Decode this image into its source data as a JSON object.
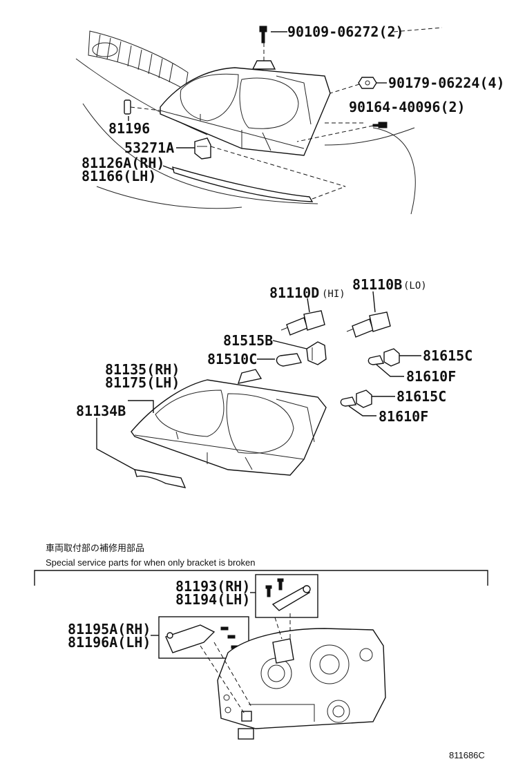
{
  "labels": {
    "bolt_top": "90109-06272(2)",
    "nut": "90179-06224(4)",
    "screw": "90164-40096(2)",
    "clip": "81196",
    "retainer": "53271A",
    "moulding_rh": "81126A(RH)",
    "moulding_lh": "81166(LH)",
    "bulb_hi": "81110D",
    "bulb_hi_note": "(HI)",
    "bulb_lo": "81110B",
    "bulb_lo_note": "(LO)",
    "socket_a": "81515B",
    "bulb_a": "81510C",
    "socket_b1": "81615C",
    "bulb_b1": "81610F",
    "socket_b2": "81615C",
    "bulb_b2": "81610F",
    "headlamp_rh": "81135(RH)",
    "headlamp_lh": "81175(LH)",
    "lens": "81134B",
    "bracket_rh": "81193(RH)",
    "bracket_lh": "81194(LH)",
    "bracket2_rh": "81195A(RH)",
    "bracket2_lh": "81196A(LH)"
  },
  "notes": {
    "japanese": "車両取付部の補修用部品",
    "english": "Special service parts for when only bracket is broken"
  },
  "figure_code": "811686C"
}
